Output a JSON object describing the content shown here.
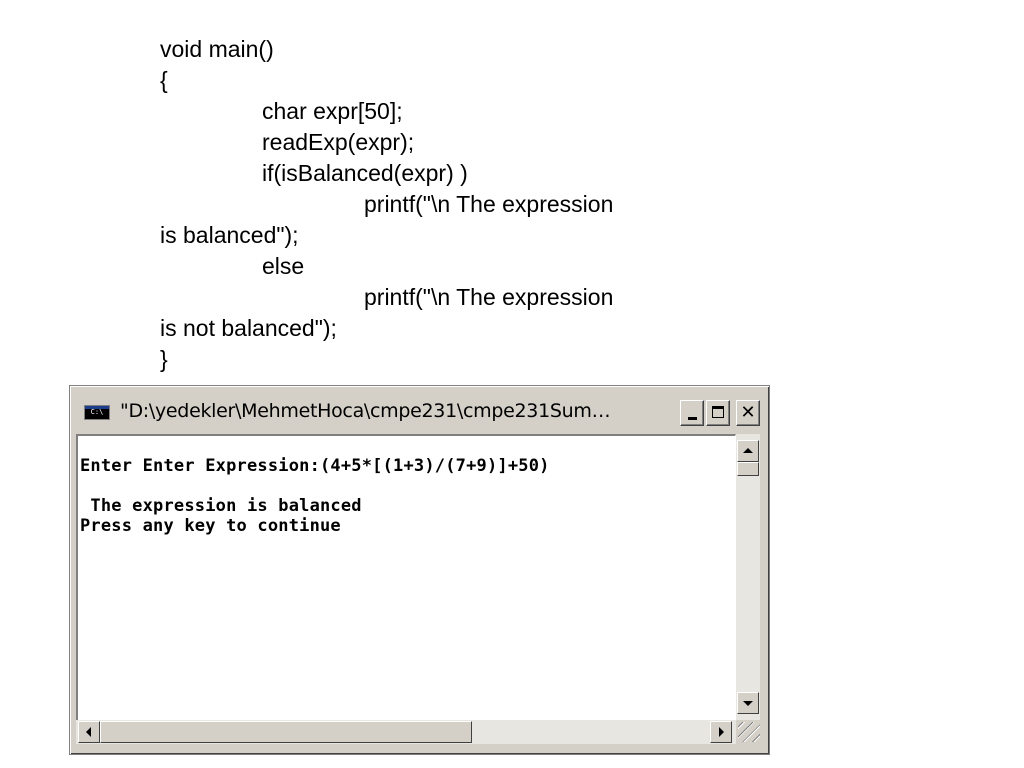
{
  "code": {
    "lines": [
      "void main()",
      "{",
      "char expr[50];",
      "readExp(expr);",
      "if(isBalanced(expr) )",
      "printf(\"\\n The expression",
      "is balanced\");",
      "else",
      "printf(\"\\n The expression",
      "is not balanced\");",
      "}"
    ]
  },
  "window": {
    "title": "\"D:\\yedekler\\MehmetHoca\\cmpe231\\cmpe231Sum…",
    "icon_label": "C:\\",
    "icon": "console-icon",
    "buttons": {
      "minimize_icon": "minimize-icon",
      "maximize_icon": "maximize-icon",
      "close_label": "✕"
    }
  },
  "console": {
    "lines": [
      "Enter Enter Expression:(4+5*[(1+3)/(7+9)]+50)",
      "",
      " The expression is balanced",
      "Press any key to continue"
    ]
  },
  "colors": {
    "window_face": "#d4d0c8",
    "console_bg": "#ffffff",
    "console_text": "#000000"
  }
}
